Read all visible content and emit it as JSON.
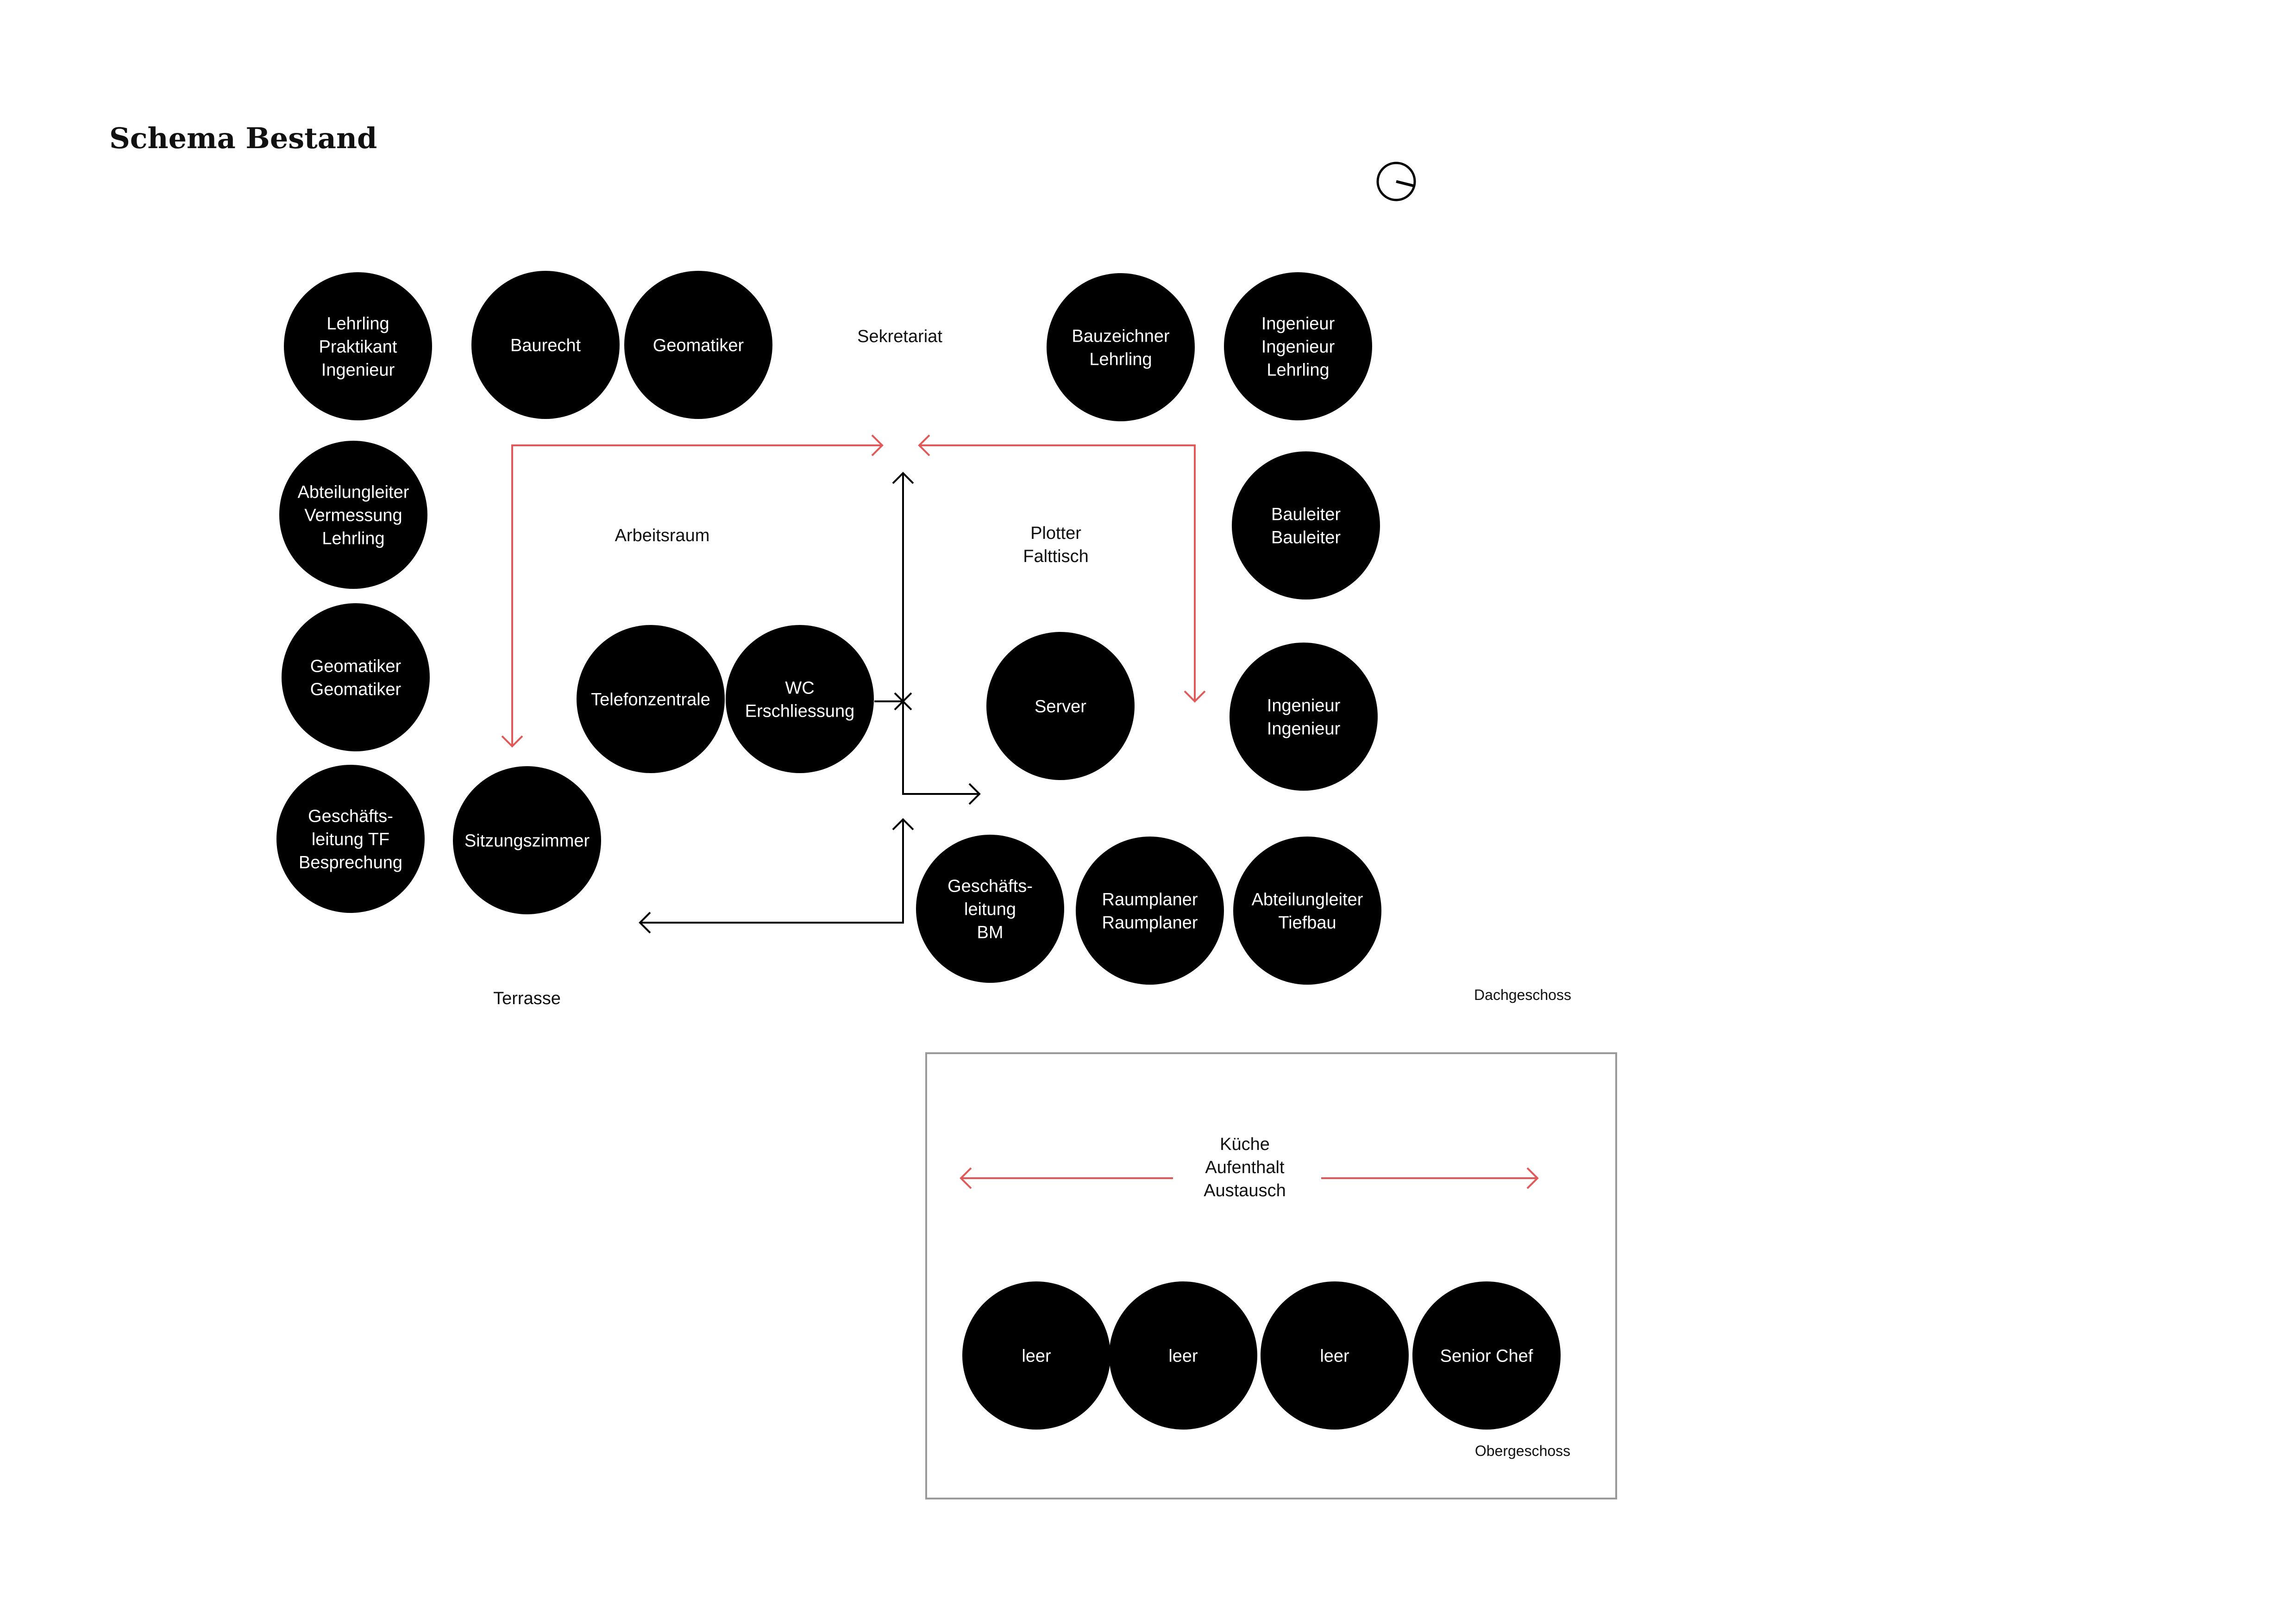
{
  "title": "Schema Bestand",
  "colors": {
    "circle": "#000000",
    "circle_text": "#ffffff",
    "text": "#111111",
    "flow": "#e05a5a",
    "path": "#000000",
    "frame": "#9a9a9a",
    "background": "#ffffff"
  },
  "rooms": {
    "c1": [
      "Lehrling",
      "Praktikant",
      "Ingenieur"
    ],
    "c2": [
      "Baurecht"
    ],
    "c3": [
      "Geomatiker"
    ],
    "c4": [
      "Bauzeichner",
      "Lehrling"
    ],
    "c5": [
      "Ingenieur",
      "Ingenieur",
      "Lehrling"
    ],
    "c6": [
      "Abteilungleiter",
      "Vermessung",
      "Lehrling"
    ],
    "c7": [
      "Bauleiter",
      "Bauleiter"
    ],
    "c8": [
      "Geomatiker",
      "Geomatiker"
    ],
    "c9": [
      "Telefonzentrale"
    ],
    "c10": [
      "WC",
      "Erschliessung"
    ],
    "c11": [
      "Server"
    ],
    "c12": [
      "Ingenieur",
      "Ingenieur"
    ],
    "c13": [
      "Geschäfts-",
      "leitung TF",
      "Besprechung"
    ],
    "c14": [
      "Sitzungszimmer"
    ],
    "c15": [
      "Geschäfts-",
      "leitung",
      "BM"
    ],
    "c16": [
      "Raumplaner",
      "Raumplaner"
    ],
    "c17": [
      "Abteilungleiter",
      "Tiefbau"
    ],
    "c18": [
      "leer"
    ],
    "c19": [
      "leer"
    ],
    "c20": [
      "leer"
    ],
    "c21": [
      "Senior Chef"
    ]
  },
  "areas": {
    "sekretariat": [
      "Sekretariat"
    ],
    "arbeitsraum": [
      "Arbeitsraum"
    ],
    "plotter": [
      "Plotter",
      "Falttisch"
    ],
    "terrasse": [
      "Terrasse"
    ],
    "kueche": [
      "Küche",
      "Aufenthalt",
      "Austausch"
    ]
  },
  "floors": {
    "dachgeschoss": "Dachgeschoss",
    "obergeschoss": "Obergeschoss"
  },
  "icons": {
    "compass": "north-arrow-icon"
  }
}
